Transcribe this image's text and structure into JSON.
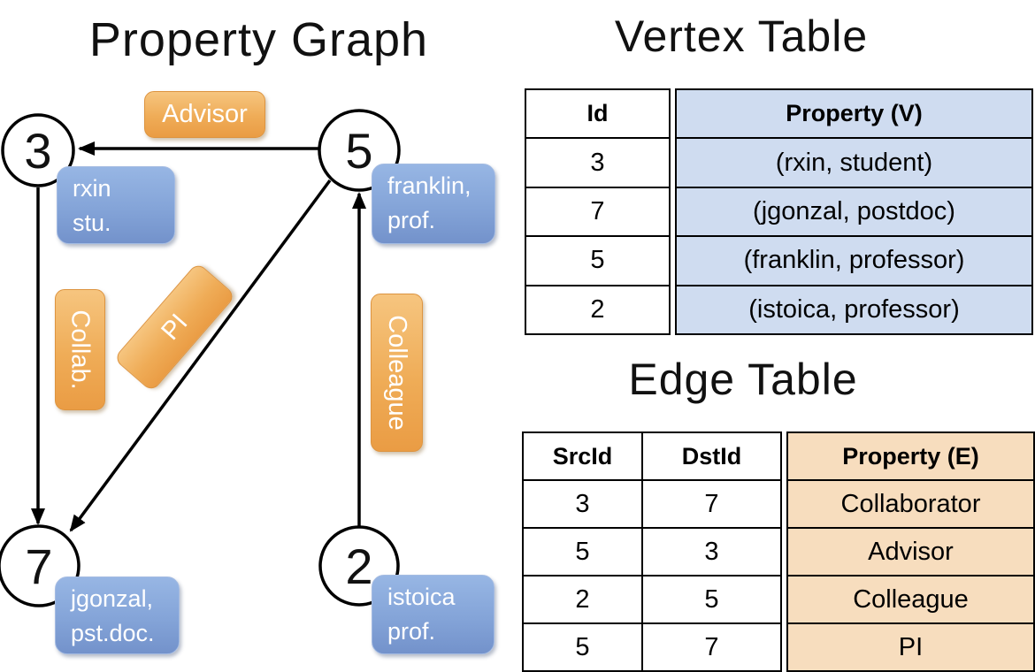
{
  "graph": {
    "title": "Property Graph",
    "nodes": [
      {
        "id": "3",
        "prop_line1": "rxin",
        "prop_line2": "stu."
      },
      {
        "id": "5",
        "prop_line1": "franklin,",
        "prop_line2": "prof."
      },
      {
        "id": "7",
        "prop_line1": "jgonzal,",
        "prop_line2": "pst.doc."
      },
      {
        "id": "2",
        "prop_line1": "istoica",
        "prop_line2": "prof."
      }
    ],
    "edge_labels": {
      "advisor": "Advisor",
      "collab": "Collab.",
      "pi": "PI",
      "colleague": "Colleague"
    }
  },
  "vertex_table": {
    "title": "Vertex Table",
    "id_header": "Id",
    "property_header": "Property (V)",
    "rows": [
      {
        "id": "3",
        "property": "(rxin, student)"
      },
      {
        "id": "7",
        "property": "(jgonzal, postdoc)"
      },
      {
        "id": "5",
        "property": "(franklin, professor)"
      },
      {
        "id": "2",
        "property": "(istoica, professor)"
      }
    ]
  },
  "edge_table": {
    "title": "Edge Table",
    "src_header": "SrcId",
    "dst_header": "DstId",
    "property_header": "Property (E)",
    "rows": [
      {
        "src": "3",
        "dst": "7",
        "property": "Collaborator"
      },
      {
        "src": "5",
        "dst": "3",
        "property": "Advisor"
      },
      {
        "src": "2",
        "dst": "5",
        "property": "Colleague"
      },
      {
        "src": "5",
        "dst": "7",
        "property": "PI"
      }
    ]
  },
  "colors": {
    "edge_label_fill": "#efac57",
    "vertex_prop_fill": "#84a4d8",
    "vertex_table_fill": "#cfdcf0",
    "edge_table_fill": "#f7ddbe",
    "line": "#000000"
  }
}
